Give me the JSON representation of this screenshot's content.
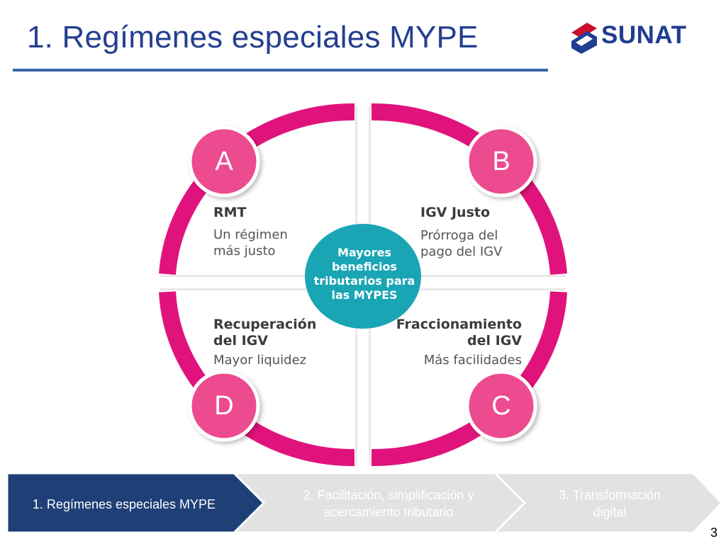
{
  "slide": {
    "title": "1. Regímenes especiales MYPE",
    "page_number": "3"
  },
  "logo": {
    "text": "SUNAT",
    "colors": {
      "text": "#1f3e92",
      "top": "#c8102e",
      "bottom": "#1f3e92"
    }
  },
  "diagram": {
    "center_lines": [
      "Mayores",
      "beneficios",
      "tributarios para",
      "las MYPES"
    ],
    "quadrants": [
      {
        "letter": "A",
        "title_lines": [
          "RMT"
        ],
        "subtitle_lines": [
          "Un régimen",
          "más justo"
        ]
      },
      {
        "letter": "B",
        "title_lines": [
          "IGV Justo"
        ],
        "subtitle_lines": [
          "Prórroga del",
          "pago del IGV"
        ]
      },
      {
        "letter": "C",
        "title_lines": [
          "Fraccionamiento",
          "del IGV"
        ],
        "subtitle_lines": [
          "Más facilidades"
        ]
      },
      {
        "letter": "D",
        "title_lines": [
          "Recuperación",
          "del IGV"
        ],
        "subtitle_lines": [
          "Mayor liquidez"
        ]
      }
    ],
    "colors": {
      "ring": "#e0137c",
      "badge": "#ec4b8f",
      "center": "#1aa5b5"
    }
  },
  "nav": {
    "steps": [
      {
        "label_lines": [
          "1. Regímenes especiales MYPE"
        ],
        "active": true
      },
      {
        "label_lines": [
          "2. Facilitación, simplificación y",
          "acercamiento tributario"
        ],
        "active": false
      },
      {
        "label_lines": [
          "3. Transformación",
          "digital"
        ],
        "active": false
      }
    ],
    "colors": {
      "active_bg": "#1f3f77",
      "inactive_bg": "#e2e2e2",
      "active_text": "#ffffff",
      "inactive_text": "#ffffff"
    }
  }
}
